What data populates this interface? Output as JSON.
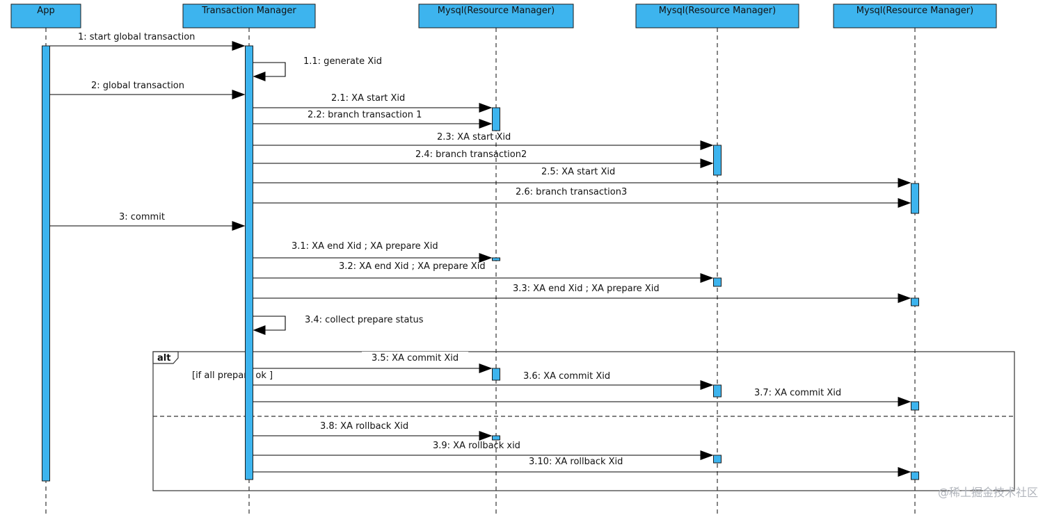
{
  "participants": [
    {
      "id": "app",
      "label": "App"
    },
    {
      "id": "tm",
      "label": "Transaction Manager"
    },
    {
      "id": "rm1",
      "label": "Mysql(Resource Manager)"
    },
    {
      "id": "rm2",
      "label": "Mysql(Resource Manager)"
    },
    {
      "id": "rm3",
      "label": "Mysql(Resource Manager)"
    }
  ],
  "messages": [
    {
      "label": "1: start global transaction",
      "from": "app",
      "to": "tm"
    },
    {
      "label": "1.1: generate Xid",
      "from": "tm",
      "to": "tm"
    },
    {
      "label": "2: global transaction",
      "from": "app",
      "to": "tm"
    },
    {
      "label": "2.1: XA start Xid",
      "from": "tm",
      "to": "rm1"
    },
    {
      "label": "2.2: branch transaction 1",
      "from": "tm",
      "to": "rm1"
    },
    {
      "label": "2.3: XA start Xid",
      "from": "tm",
      "to": "rm2"
    },
    {
      "label": "2.4: branch transaction2",
      "from": "tm",
      "to": "rm2"
    },
    {
      "label": "2.5: XA start Xid",
      "from": "tm",
      "to": "rm3"
    },
    {
      "label": "2.6: branch transaction3",
      "from": "tm",
      "to": "rm3"
    },
    {
      "label": "3: commit",
      "from": "app",
      "to": "tm"
    },
    {
      "label": "3.1: XA end Xid ; XA prepare Xid",
      "from": "tm",
      "to": "rm1"
    },
    {
      "label": "3.2: XA end Xid ; XA prepare Xid",
      "from": "tm",
      "to": "rm2"
    },
    {
      "label": "3.3: XA end Xid ; XA prepare Xid",
      "from": "tm",
      "to": "rm3"
    },
    {
      "label": "3.4: collect prepare status",
      "from": "tm",
      "to": "tm"
    },
    {
      "label": "3.5: XA commit Xid",
      "from": "tm",
      "to": "rm1"
    },
    {
      "label": "3.6: XA commit Xid",
      "from": "tm",
      "to": "rm2"
    },
    {
      "label": "3.7: XA commit Xid",
      "from": "tm",
      "to": "rm3"
    },
    {
      "label": "3.8: XA rollback Xid",
      "from": "tm",
      "to": "rm1"
    },
    {
      "label": "3.9: XA rollback xid",
      "from": "tm",
      "to": "rm2"
    },
    {
      "label": "3.10: XA rollback Xid",
      "from": "tm",
      "to": "rm3"
    }
  ],
  "fragment": {
    "operator": "alt",
    "guard": "[if all prepare ok ]"
  },
  "watermark": "@稀土掘金技术社区",
  "colors": {
    "participant_fill": "#3db4ee",
    "activation_fill": "#3db4ee",
    "line": "#000000"
  }
}
